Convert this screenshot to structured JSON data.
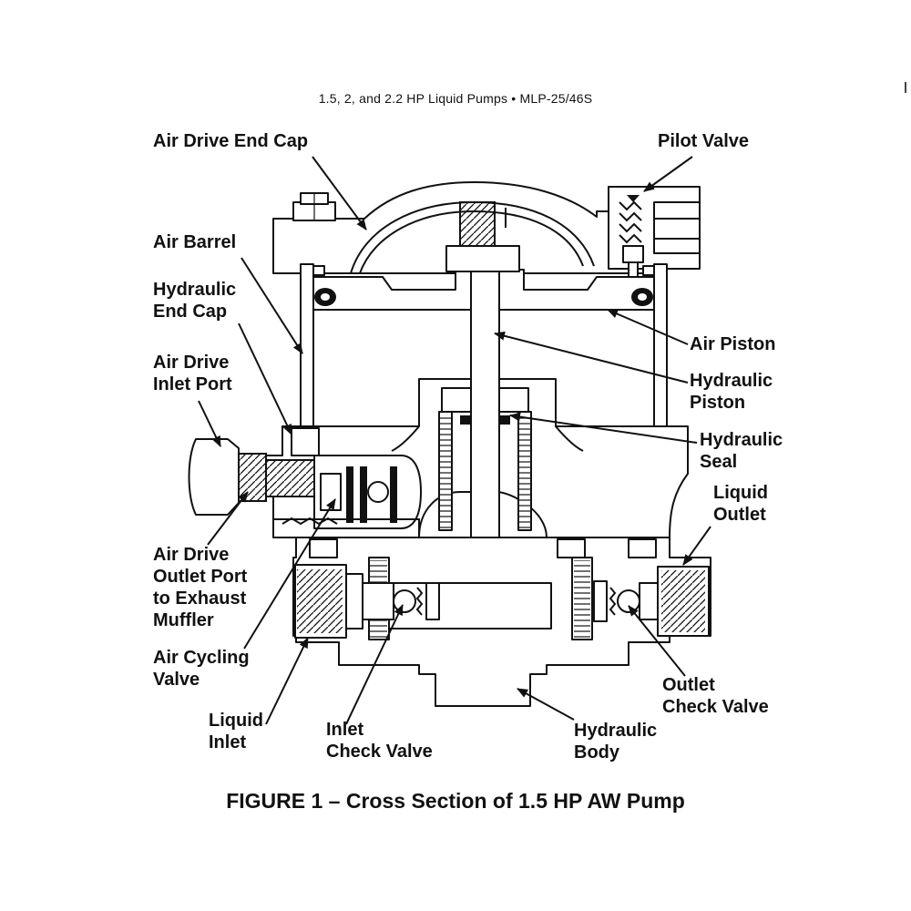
{
  "header": "1.5, 2, and 2.2 HP Liquid Pumps • MLP-25/46S",
  "caption": "FIGURE 1 – Cross Section of 1.5 HP AW Pump",
  "labels": {
    "air_drive_end_cap": [
      "Air Drive End Cap"
    ],
    "pilot_valve": [
      "Pilot Valve"
    ],
    "air_barrel": [
      "Air Barrel"
    ],
    "hydraulic_end_cap": [
      "Hydraulic",
      "End Cap"
    ],
    "air_drive_inlet_port": [
      "Air Drive",
      "Inlet Port"
    ],
    "air_piston": [
      "Air Piston"
    ],
    "hydraulic_piston": [
      "Hydraulic",
      "Piston"
    ],
    "hydraulic_seal": [
      "Hydraulic",
      "Seal"
    ],
    "liquid_outlet": [
      "Liquid",
      "Outlet"
    ],
    "air_drive_outlet_port": [
      "Air Drive",
      "Outlet Port",
      "to Exhaust",
      "Muffler"
    ],
    "air_cycling_valve": [
      "Air Cycling",
      "Valve"
    ],
    "liquid_inlet": [
      "Liquid",
      "Inlet"
    ],
    "inlet_check_valve": [
      "Inlet",
      "Check Valve"
    ],
    "outlet_check_valve": [
      "Outlet",
      "Check Valve"
    ],
    "hydraulic_body": [
      "Hydraulic",
      "Body"
    ]
  }
}
